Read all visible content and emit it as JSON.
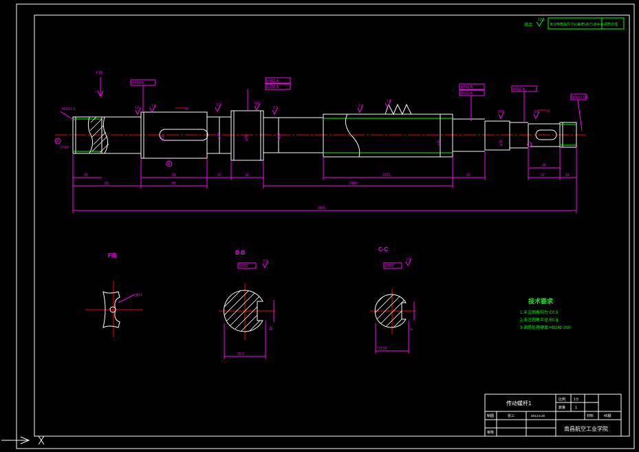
{
  "roughness": {
    "label": "其余",
    "value": "12.5",
    "note": "未注倒角及尺寸公差按GB/T1804-m",
    "extra": "调质处理"
  },
  "views": {
    "f_view": "F向",
    "b_section": "B-B",
    "c_section": "C-C"
  },
  "section_labels": {
    "left_end": "M30×1.5",
    "right_end": "M30×1.5-6",
    "marker_f": "F向",
    "datum_a": "A",
    "datum_b": "B",
    "datum_c": "C",
    "left_chamfer": "2×45°"
  },
  "tolerance_frames": {
    "t1": "0.012 A",
    "t2": "0.012 A",
    "t3": "0.012 A",
    "t4": "0.012 A",
    "t5": "0.012 A",
    "t6": "0.012 A",
    "t7": "0.012 A",
    "b_frame": "0.012",
    "c_frame": "0.012"
  },
  "roughness_marks": {
    "r1": "1.6",
    "r2": "1.6",
    "r3": "3.2",
    "r4": "0.8",
    "r5": "1.6",
    "r6": "3.2",
    "r7": "1.6",
    "r8": "0.8",
    "r9": "3.2",
    "r10": "3.2",
    "r11": "1.6"
  },
  "diameters": {
    "d1": "φ36",
    "d2": "φ42",
    "d3": "φ45",
    "d4": "φ50",
    "d5": "φ40",
    "d6": "φ30"
  },
  "dimensions": {
    "d26": "26",
    "d65": "65",
    "d58": "58",
    "d85": "85",
    "d20": "20",
    "d32": "32",
    "d2270": "2270",
    "d2400": "2400",
    "d30": "30",
    "d28": "28",
    "d23": "23",
    "d18": "18",
    "total": "2825"
  },
  "section_dims": {
    "b_width": "35.5",
    "b_key": "10",
    "c_width": "23.93",
    "c_key": "8",
    "f_dim": "φ8.1"
  },
  "tech_requirements": {
    "title": "技术要求",
    "items": [
      "1.未注倒角均为 C0.5",
      "2.未注圆角半径 R0.5",
      "3.调质处理硬度 HB241-269"
    ]
  },
  "title_block": {
    "part_name": "传动螺杆1",
    "ratio_label": "比例",
    "ratio": "1:5",
    "qty_label": "数量",
    "qty": "1",
    "designer_label": "制图",
    "designer": "张三",
    "date": "2014.5.20",
    "material_label": "材料",
    "material": "45钢",
    "checker_label": "审核",
    "school": "南昌航空工业学院"
  }
}
